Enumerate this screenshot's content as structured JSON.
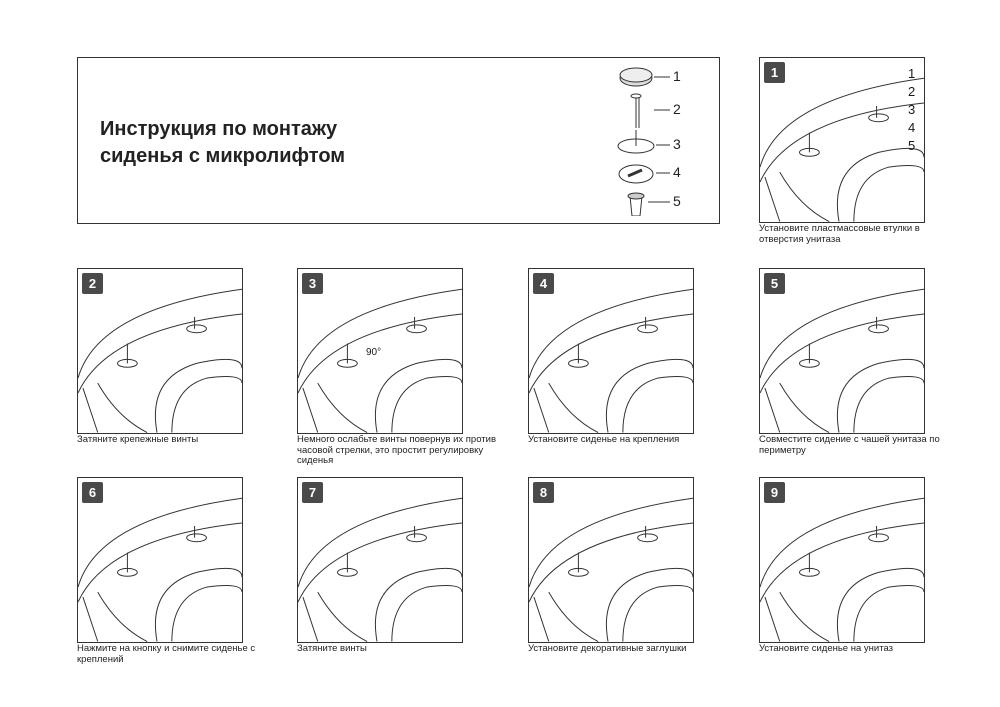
{
  "header": {
    "title_line1": "Инструкция по монтажу",
    "title_line2": "сиденья с микролифтом"
  },
  "parts": [
    {
      "num": "1"
    },
    {
      "num": "2"
    },
    {
      "num": "3"
    },
    {
      "num": "4"
    },
    {
      "num": "5"
    }
  ],
  "steps": [
    {
      "num": "1",
      "caption": "Установите пластмассовые втулки в отверстия унитаза",
      "labels": [
        "1",
        "2",
        "3",
        "4",
        "5"
      ]
    },
    {
      "num": "2",
      "caption": "Затяните крепежные винты"
    },
    {
      "num": "3",
      "caption": "Немного ослабьте винты повернув их против часовой стрелки, это простит регулировку сиденья",
      "angle": "90°"
    },
    {
      "num": "4",
      "caption": "Установите сиденье на крепления"
    },
    {
      "num": "5",
      "caption": "Совместите сидение с чашей унитаза по периметру"
    },
    {
      "num": "6",
      "caption": "Нажмите на кнопку и снимите сиденье с креплений"
    },
    {
      "num": "7",
      "caption": "Затяните винты"
    },
    {
      "num": "8",
      "caption": "Установите декоративные заглушки"
    },
    {
      "num": "9",
      "caption": "Установите сиденье на унитаз"
    }
  ]
}
